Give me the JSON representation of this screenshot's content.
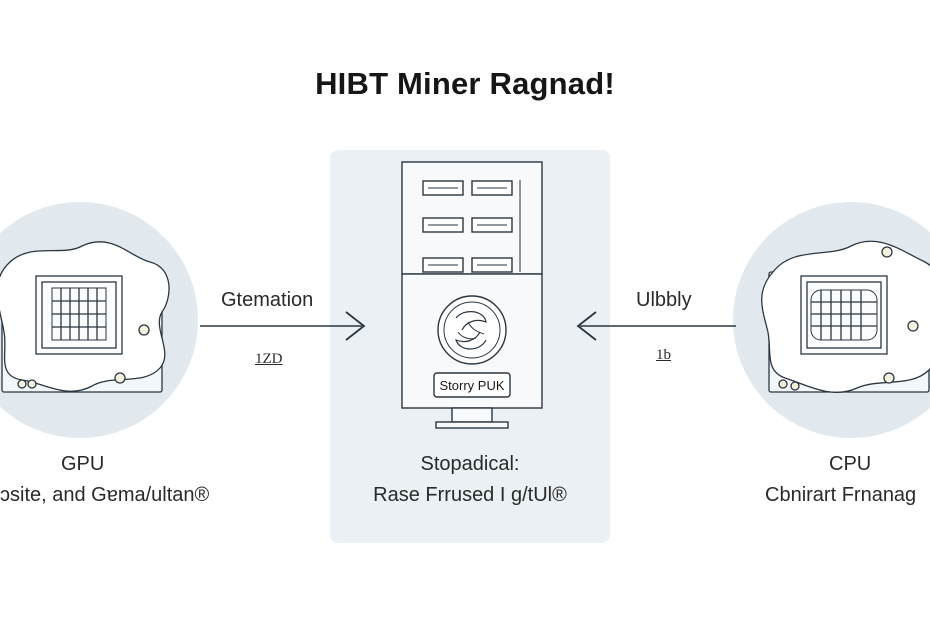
{
  "title": "HIBT Miner Ragnad!",
  "gpu": {
    "name": "GPU",
    "description": "ɔsite, and Gɐma/ultan®"
  },
  "cpu": {
    "name": "CPU",
    "description": "Cbnirart Frnanag"
  },
  "center": {
    "chip_label": "Storry PUK",
    "name": "Stopadical:",
    "description": "Rase Frrused I g/tUl®"
  },
  "left_arrow": {
    "label": "Gtemation",
    "value": "1ZD"
  },
  "right_arrow": {
    "label": "Ulbbly",
    "value": "1b"
  },
  "colors": {
    "circle_fill": "#e1e9ee",
    "panel_fill": "#eaf0f3",
    "line": "#2b3640"
  }
}
